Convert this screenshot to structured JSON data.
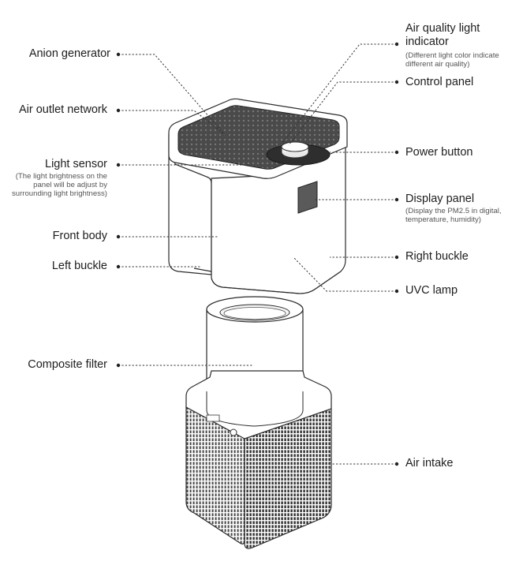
{
  "labels": {
    "anion_generator": "Anion generator",
    "air_outlet_network": "Air outlet network",
    "light_sensor": "Light sensor",
    "light_sensor_note_1": "(The light brightness on the",
    "light_sensor_note_2": "panel will be adjust by",
    "light_sensor_note_3": "surrounding light brightness)",
    "front_body": "Front body",
    "left_buckle": "Left buckle",
    "composite_filter": "Composite filter",
    "air_quality_1": "Air quality light",
    "air_quality_2": "indicator",
    "air_quality_note_1": "(Different light color indicate",
    "air_quality_note_2": "different air quality)",
    "control_panel": "Control panel",
    "power_button": "Power button",
    "display_panel": "Display panel",
    "display_note_1": "(Display the PM2.5 in digital,",
    "display_note_2": "temperature, humidity)",
    "right_buckle": "Right buckle",
    "uvc_lamp": "UVC lamp",
    "air_intake": "Air intake"
  },
  "colors": {
    "outline": "#2a2a2a",
    "leader": "#333333",
    "grille_dark": "#3b3b3b",
    "body_fill": "#ffffff"
  }
}
